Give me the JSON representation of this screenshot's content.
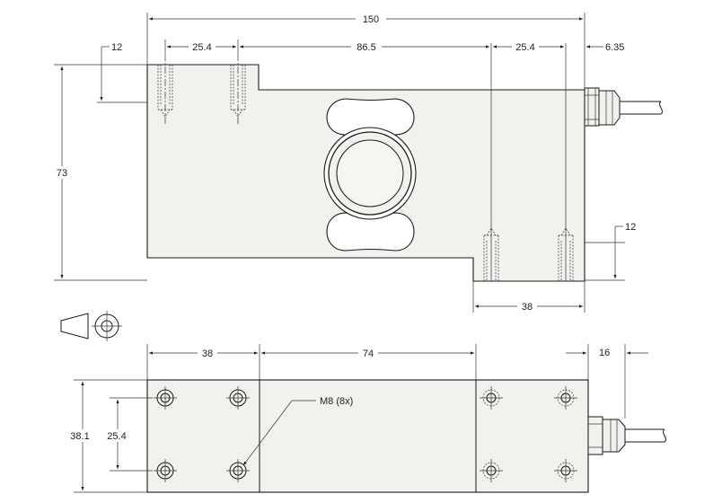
{
  "dimensions": {
    "overall_length": "150",
    "hole_spacing_left": "25.4",
    "hole_spacing_mid": "86.5",
    "hole_spacing_right": "25.4",
    "cable_offset": "6.35",
    "top_step_height": "12",
    "bottom_step_height": "12",
    "overall_height": "73",
    "bottom_step_length": "38",
    "plan_left_length": "38",
    "plan_mid_length": "74",
    "cable_length": "16",
    "plan_width": "38.1",
    "plan_hole_spacing": "25.4"
  },
  "callouts": {
    "thread": "M8 (8x)"
  },
  "colors": {
    "line": "#1a1a1a",
    "body": "#f2f1ee",
    "cable": "#ffffff"
  },
  "icons": {
    "projection_symbol": "first-angle-projection-icon"
  }
}
